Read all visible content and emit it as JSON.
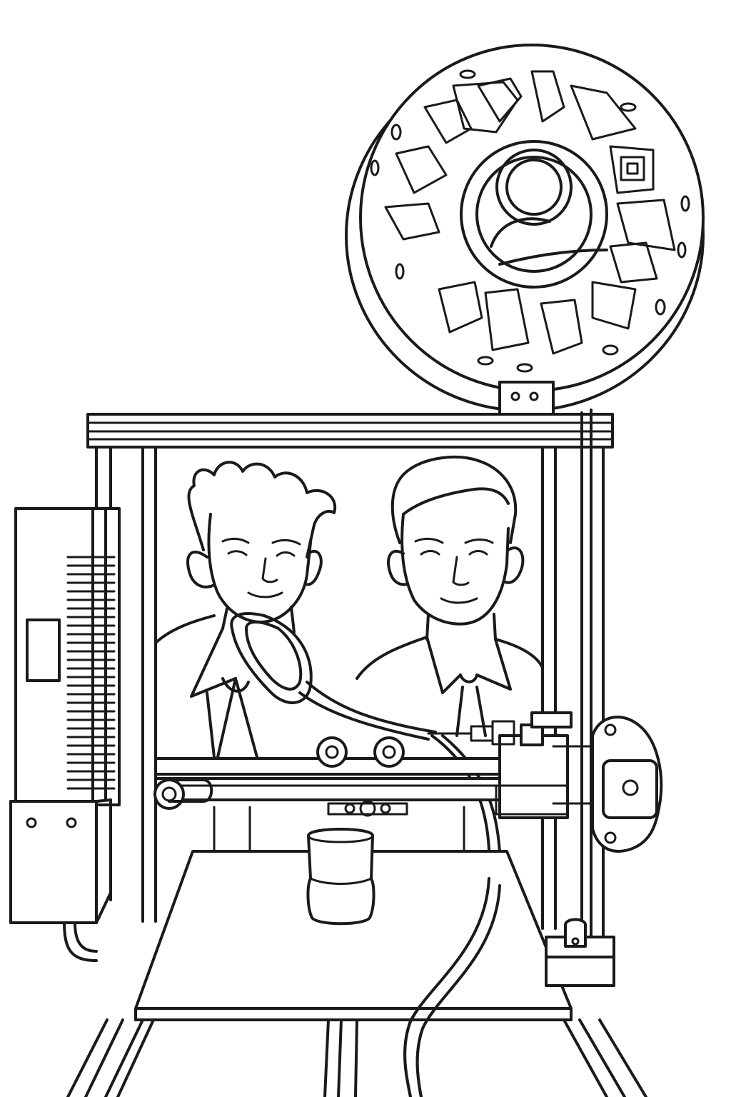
{
  "scene": {
    "style": "line-art",
    "background_color": "#ffffff",
    "line_color": "#1a1a1a",
    "subjects": [
      "3d-printer",
      "filament-spool",
      "man-left",
      "man-right",
      "printed-object"
    ],
    "printer": {
      "spool_holes_count": 12,
      "printed_object": "cup"
    }
  }
}
